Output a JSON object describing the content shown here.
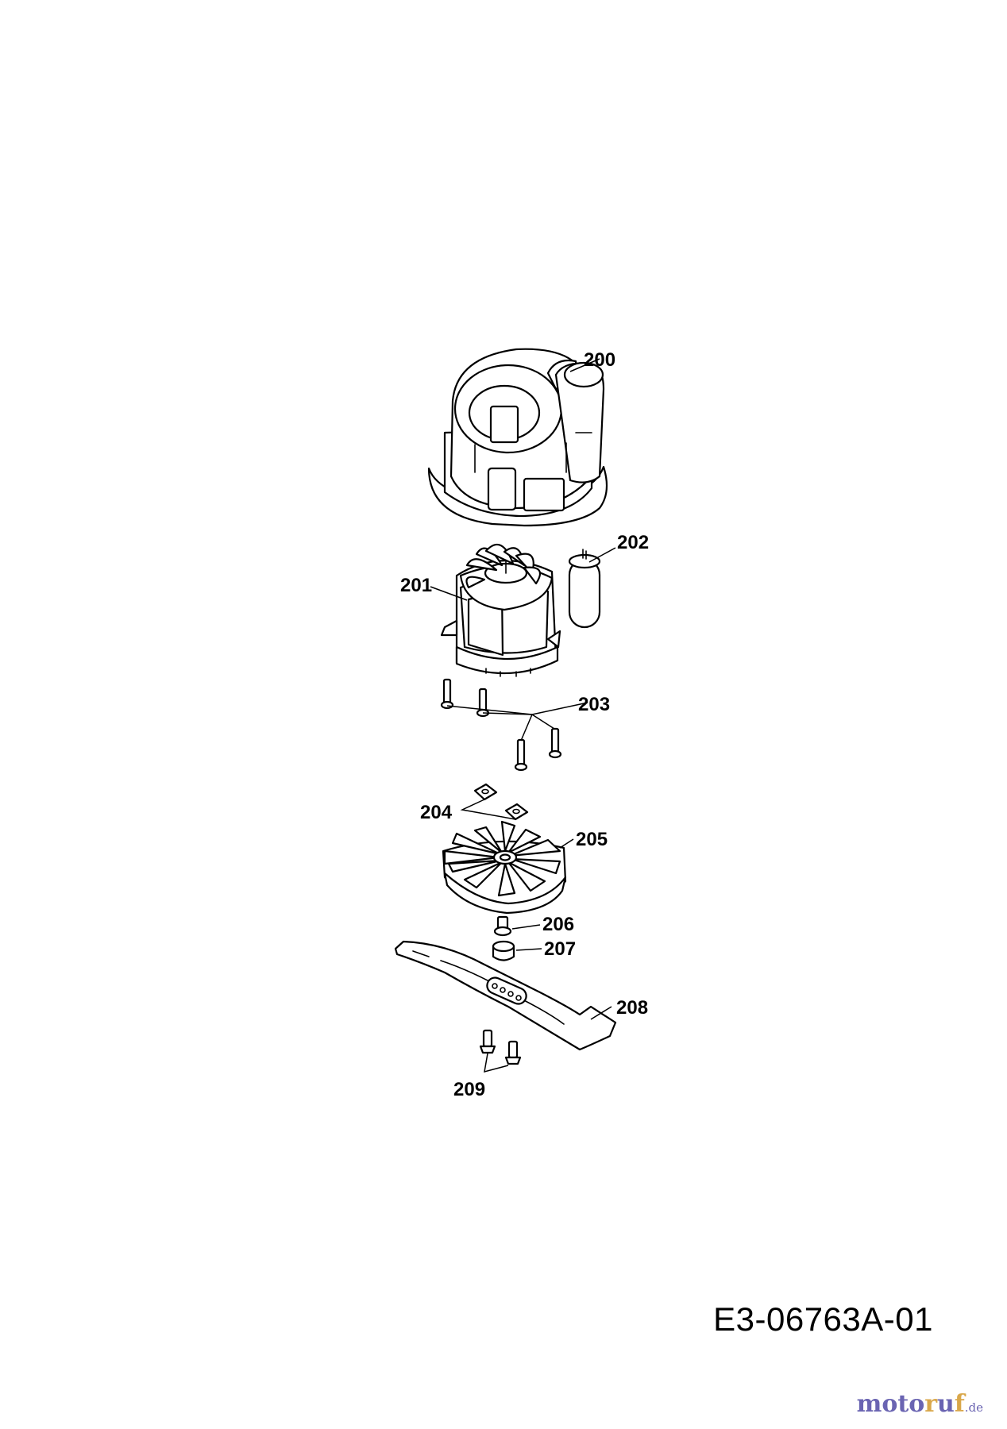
{
  "parts": [
    {
      "number": "200"
    },
    {
      "number": "201"
    },
    {
      "number": "202"
    },
    {
      "number": "203"
    },
    {
      "number": "204"
    },
    {
      "number": "205"
    },
    {
      "number": "206"
    },
    {
      "number": "207"
    },
    {
      "number": "208"
    },
    {
      "number": "209"
    }
  ],
  "drawing_code": "E3-06763A-01",
  "watermark": {
    "brand": "motoruf",
    "suffix": ".de",
    "colors": {
      "primary": "#6a64b2",
      "accent": "#d9a74a"
    }
  }
}
